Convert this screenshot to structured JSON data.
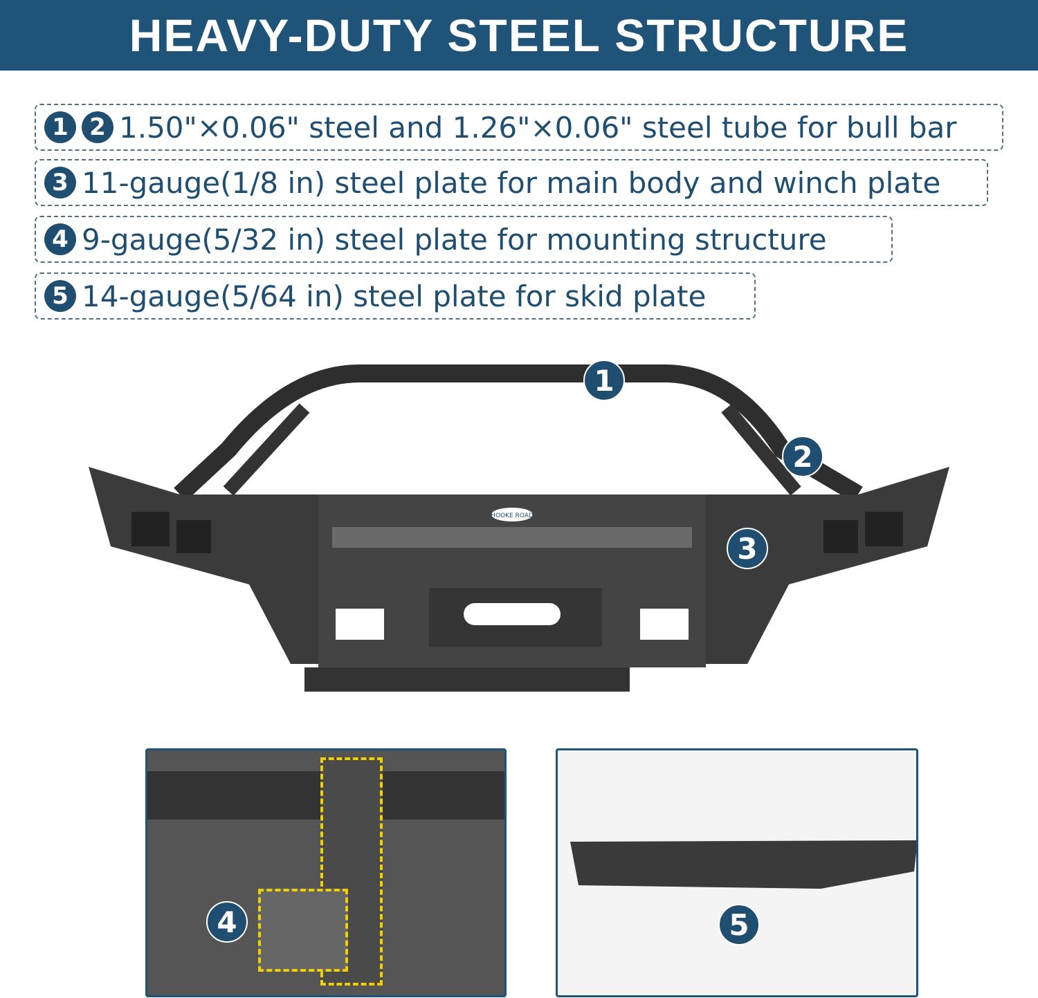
{
  "title": "HEAVY-DUTY STEEL STRUCTURE",
  "specs": [
    {
      "markers": [
        "1",
        "2"
      ],
      "text": "1.50\"×0.06\" steel and 1.26\"×0.06\" steel tube for bull bar"
    },
    {
      "markers": [
        "3"
      ],
      "text": "11-gauge(1/8 in) steel plate for main body and winch plate"
    },
    {
      "markers": [
        "4"
      ],
      "text": "9-gauge(5/32 in) steel plate for mounting structure"
    },
    {
      "markers": [
        "5"
      ],
      "text": "14-gauge(5/64 in) steel plate for skid plate"
    }
  ],
  "callouts": [
    "1",
    "2",
    "3",
    "4",
    "5"
  ],
  "logo": "HOOKE ROAD",
  "colors": {
    "brand": "#1f5478",
    "text": "#1f4e70",
    "highlight": "#f2d000"
  }
}
